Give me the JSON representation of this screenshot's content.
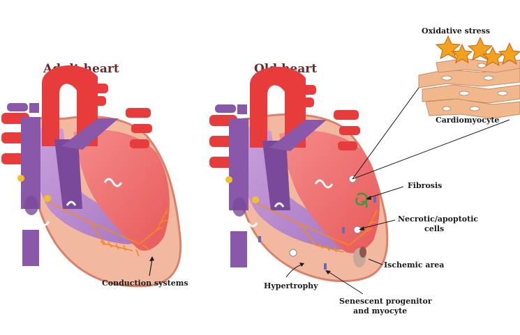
{
  "titles": {
    "adult": "Adult heart",
    "old": "Old heart"
  },
  "labels": {
    "conduction": "Conduction systems",
    "oxidative": "Oxidative stress",
    "cardiomyocyte": "Cardiomyocyte",
    "fibrosis": "Fibrosis",
    "necrotic_line1": "Necrotic/apoptotic",
    "necrotic_line2": "cells",
    "ischemic": "Ischemic area",
    "hypertrophy": "Hypertrophy",
    "senescent_line1": "Senescent progenitor",
    "senescent_line2": "and myocyte"
  },
  "colors": {
    "heart_outer": "#f2b8a0",
    "heart_border": "#d9826b",
    "left_ventricle": "#f06e6e",
    "right_side": "#b785c8",
    "vein_purple": "#8a58a8",
    "aorta_red": "#e83b3b",
    "conduction": "#f28a1c",
    "node_yellow": "#f3c02a",
    "star": "#f2a21c",
    "tissue": "#f0b88c"
  }
}
